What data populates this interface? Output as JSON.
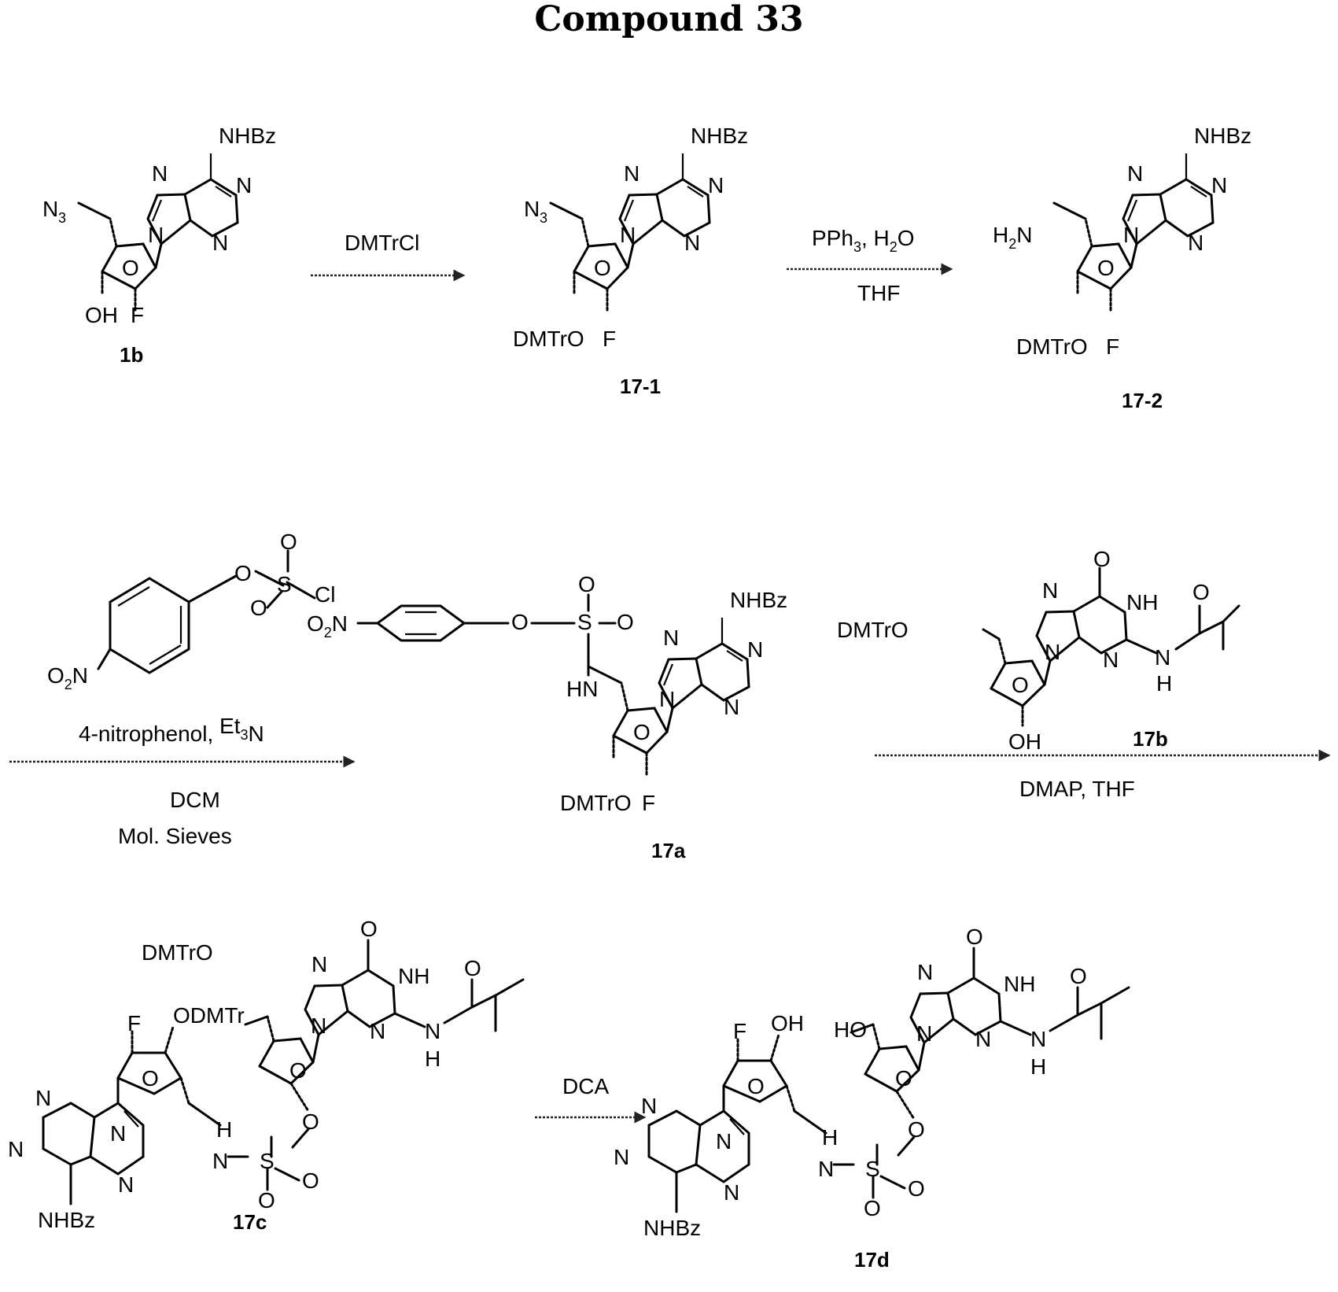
{
  "title": "Compound 33",
  "compounds": {
    "c1b": "1b",
    "c17_1": "17-1",
    "c17_2": "17-2",
    "c17a": "17a",
    "c17b": "17b",
    "c17c": "17c",
    "c17d": "17d"
  },
  "atoms": {
    "NHBz": "NHBz",
    "N": "N",
    "O": "O",
    "OH": "OH",
    "F": "F",
    "N3": "N",
    "N3_sub": "3",
    "DMTrO": "DMTrO",
    "H2N_H": "H",
    "H2N_2": "2",
    "H2N_N": "N",
    "HN": "HN",
    "H": "H",
    "NH": "NH",
    "S": "S",
    "Cl": "Cl",
    "O2N_O": "O",
    "O2N_2": "2",
    "O2N_N": "N",
    "DMTrO_dash": "DMTrO",
    "ODMTr": "ODMTr",
    "HO": "HO"
  },
  "reagents": {
    "step1": "DMTrCl",
    "step2_line1_a": "PPh",
    "step2_line1_sub": "3",
    "step2_line1_b": ", H",
    "step2_line1_sub2": "2",
    "step2_line1_c": "O",
    "step2_line2": "THF",
    "step3_line1": "4-nitrophenol, ",
    "step3_et": "Et",
    "step3_et_sub": "3",
    "step3_n": "N",
    "step3_line2": "DCM",
    "step3_line3": "Mol. Sieves",
    "step4": "DMAP, THF",
    "step5": "DCA"
  }
}
